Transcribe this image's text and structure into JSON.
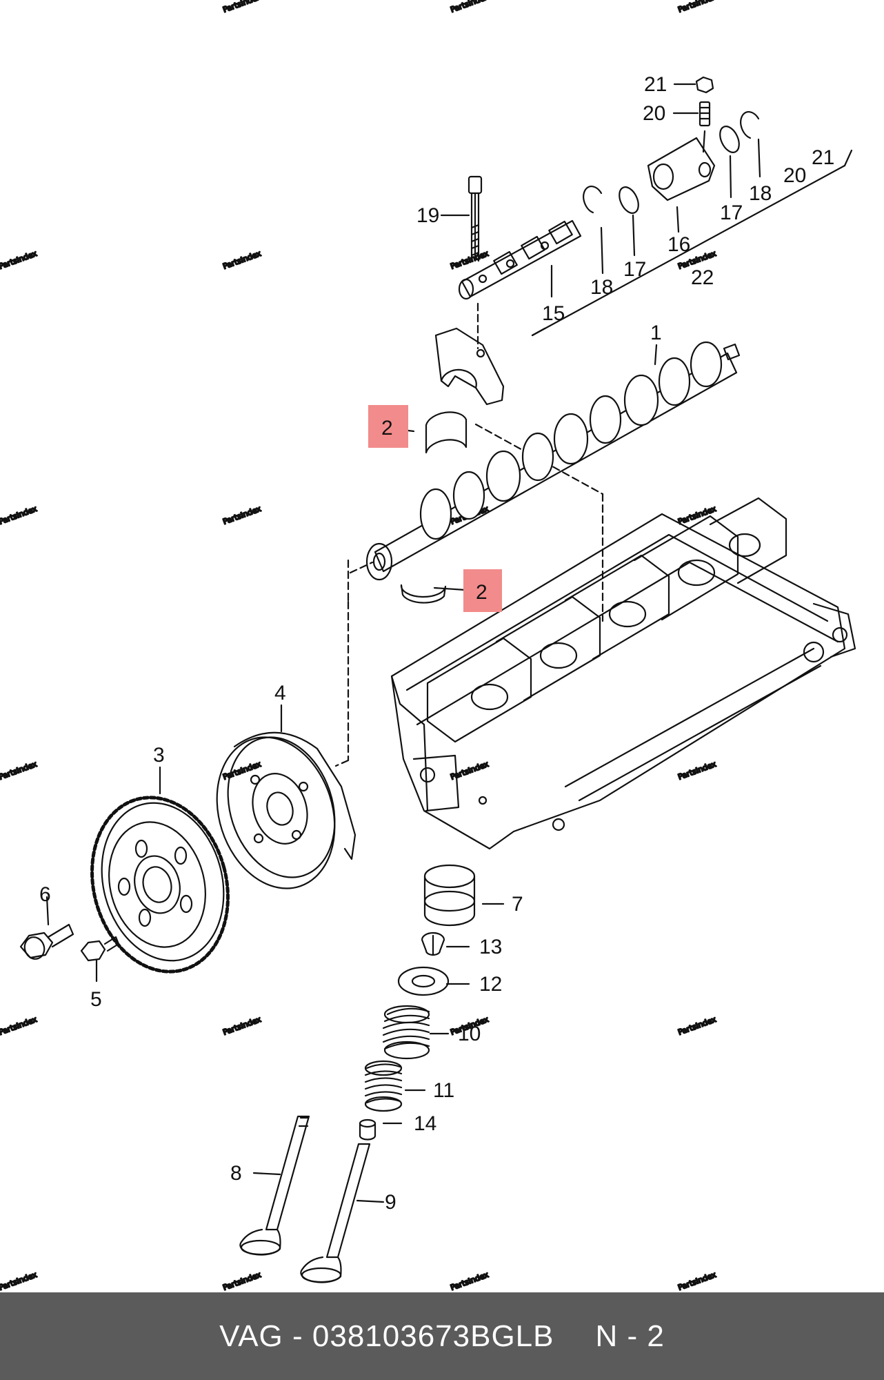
{
  "watermark": "PartsIndex",
  "callouts": {
    "c1": "1",
    "c2a": "2",
    "c2b": "2",
    "c3": "3",
    "c4": "4",
    "c5": "5",
    "c6": "6",
    "c7": "7",
    "c8": "8",
    "c9": "9",
    "c10": "10",
    "c11": "11",
    "c12": "12",
    "c13": "13",
    "c14": "14",
    "c15": "15",
    "c16": "16",
    "c17a": "17",
    "c17b": "17",
    "c18a": "18",
    "c18b": "18",
    "c19": "19",
    "c20a": "20",
    "c20b": "20",
    "c21a": "21",
    "c21b": "21",
    "c22": "22"
  },
  "highlight_color": "#f28b8b",
  "footer": {
    "brand": "VAG",
    "separator": " - ",
    "part_number": "038103673BGLB",
    "position_label": "N - 2"
  }
}
